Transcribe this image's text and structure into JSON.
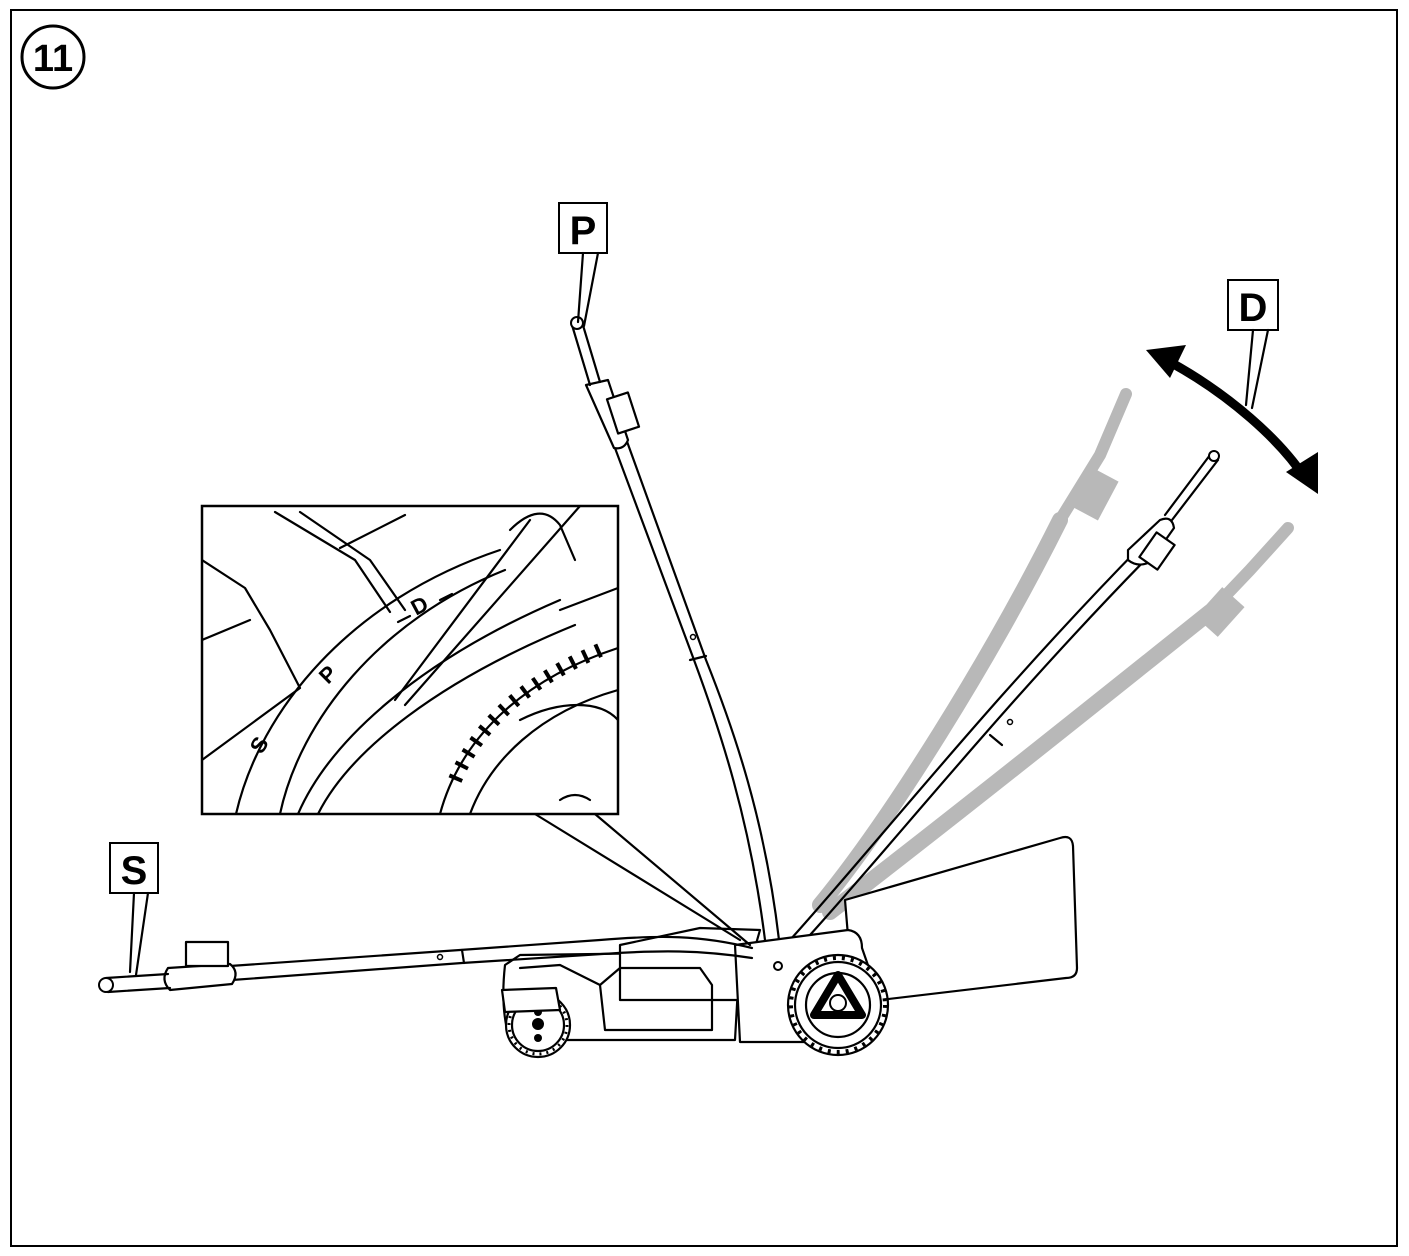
{
  "figure": {
    "step_number": "11",
    "callouts": {
      "park": "P",
      "drive": "D",
      "storage": "S"
    },
    "detail_scale_labels": [
      "S",
      "P",
      "D"
    ]
  },
  "colors": {
    "line": "#000000",
    "ghost_handle": "#b8b8b8",
    "background": "#ffffff"
  },
  "icons": {
    "adjust_arrow": "double-headed-curved-arrow"
  }
}
